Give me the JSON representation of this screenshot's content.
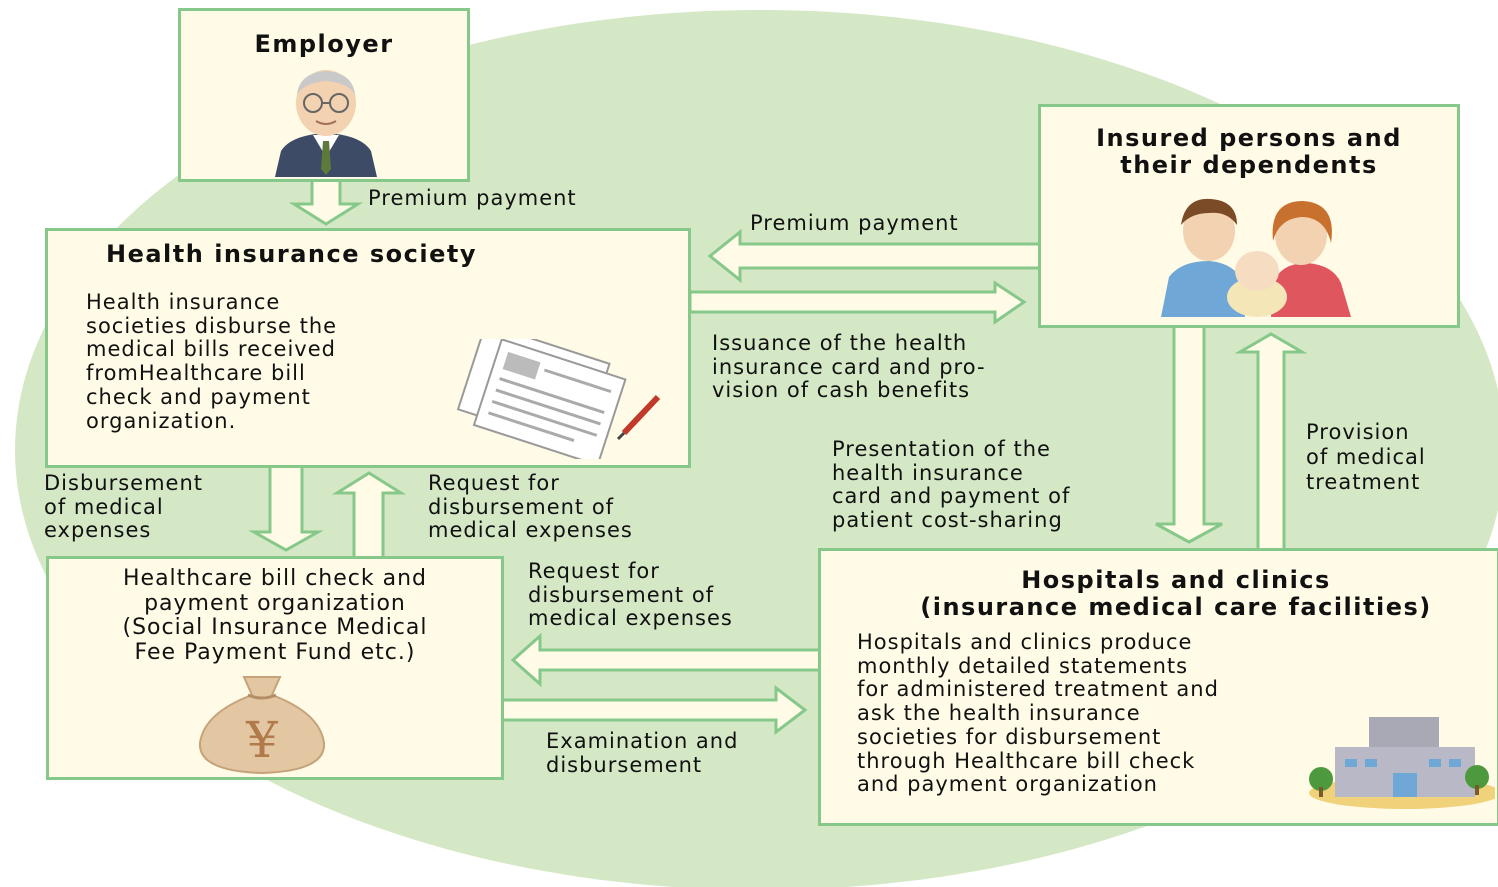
{
  "colors": {
    "background_blob": "#d5e8c6",
    "box_fill": "#fffbe6",
    "border": "#86c88a",
    "arrow_fill": "#fffbe6"
  },
  "employer": {
    "title": "Employer"
  },
  "society": {
    "title": "Health insurance society",
    "body": "Health insurance\nsocieties disburse the\nmedical bills received\nfromHealthcare bill\ncheck and payment\norganization."
  },
  "insured": {
    "title": "Insured persons and\ntheir dependents"
  },
  "bill_org": {
    "title": "Healthcare bill check and\npayment organization\n(Social Insurance Medical\nFee Payment Fund etc.)"
  },
  "hospitals": {
    "title": "Hospitals and clinics\n(insurance medical care facilities)",
    "body": "Hospitals and clinics produce\nmonthly detailed statements\nfor administered treatment and\nask the health insurance\nsocieties for disbursement\nthrough Healthcare bill check\nand payment organization"
  },
  "labels": {
    "premium_employer": "Premium payment",
    "premium_insured": "Premium payment",
    "issuance": "Issuance  of  the  health\ninsurance card and pro-\nvision of cash benefits",
    "presentation": "Presentation of the\nhealth insurance\ncard and payment of\npatient cost-sharing",
    "provision": "Provision\nof medical\ntreatment",
    "disbursement_medical": "Disbursement\nof medical\nexpenses",
    "request_society": "Request for\ndisbursement of\nmedical expenses",
    "request_hospital": "Request for\ndisbursement of\nmedical expenses",
    "examination": "Examination and\ndisbursement"
  },
  "icons": [
    "employer-person-icon",
    "family-icon",
    "documents-pen-icon",
    "money-bag-yen-icon",
    "hospital-building-icon"
  ],
  "yen_symbol": "¥"
}
